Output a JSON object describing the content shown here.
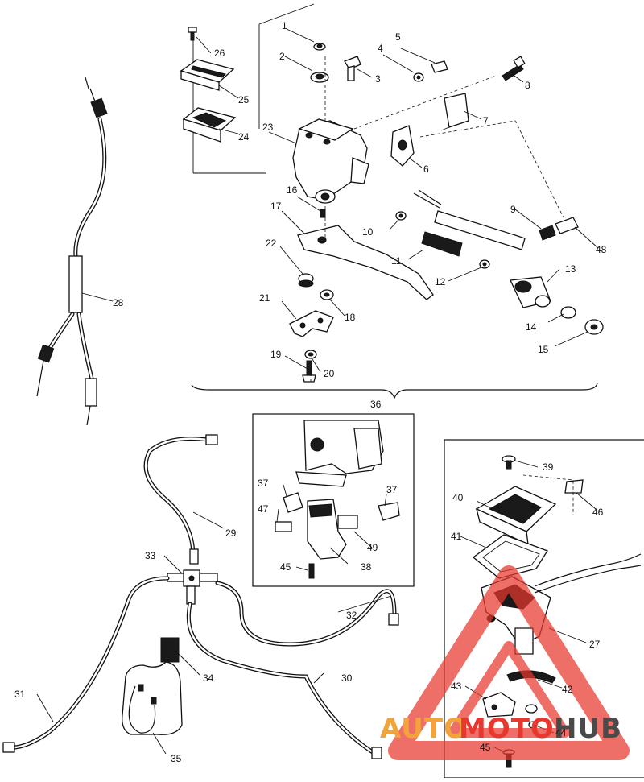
{
  "diagram": {
    "callouts": {
      "c1": "1",
      "c2": "2",
      "c3": "3",
      "c4": "4",
      "c5": "5",
      "c6": "6",
      "c7": "7",
      "c8": "8",
      "c9": "9",
      "c10": "10",
      "c11": "11",
      "c12": "12",
      "c13": "13",
      "c14": "14",
      "c15": "15",
      "c16": "16",
      "c17": "17",
      "c18": "18",
      "c19": "19",
      "c20": "20",
      "c21": "21",
      "c22": "22",
      "c23": "23",
      "c24": "24",
      "c25": "25",
      "c26": "26",
      "c27": "27",
      "c28": "28",
      "c29": "29",
      "c30": "30",
      "c31": "31",
      "c32": "32",
      "c33": "33",
      "c34": "34",
      "c35": "35",
      "c36": "36",
      "c37a": "37",
      "c37b": "37",
      "c38": "38",
      "c39": "39",
      "c40": "40",
      "c41": "41",
      "c42": "42",
      "c43": "43",
      "c44": "44",
      "c45a": "45",
      "c45b": "45",
      "c46": "46",
      "c47": "47",
      "c48": "48",
      "c49": "49"
    }
  },
  "watermark": {
    "auto": "AUTO",
    "moto": "MOTO",
    "hub": "HUB",
    "auto_color": "#f2a33a",
    "moto_color": "#e8382d",
    "hub_color": "#4a4a4a",
    "triangle_color": "#e8382d"
  }
}
